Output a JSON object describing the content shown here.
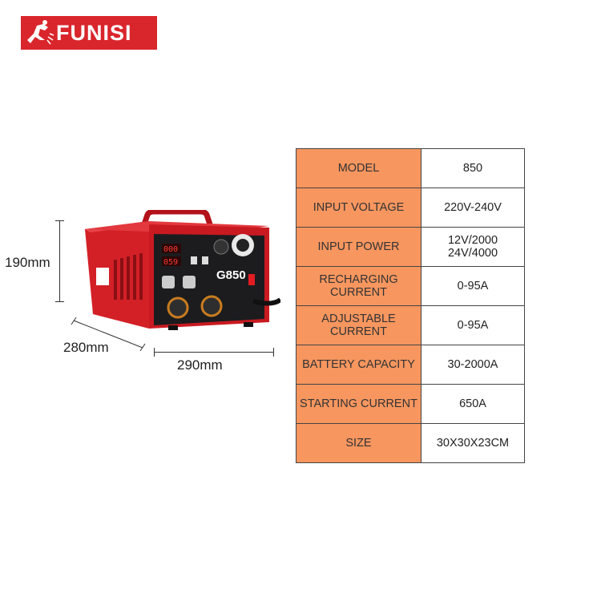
{
  "brand": {
    "name": "FUNISI",
    "color": "#d9262c"
  },
  "product": {
    "model_label": "G850",
    "dimensions": {
      "height": "190mm",
      "depth": "280mm",
      "width": "290mm"
    }
  },
  "spec_table": {
    "label_color": "#f7965f",
    "rows": [
      {
        "label": "MODEL",
        "value": "850"
      },
      {
        "label": "INPUT VOLTAGE",
        "value": "220V-240V"
      },
      {
        "label": "INPUT POWER",
        "value": "12V/2000\n24V/4000"
      },
      {
        "label": "RECHARGING\nCURRENT",
        "value": "0-95A"
      },
      {
        "label": "ADJUSTABLE\nCURRENT",
        "value": "0-95A"
      },
      {
        "label": "BATTERY CAPACITY",
        "value": "30-2000A"
      },
      {
        "label": "STARTING CURRENT",
        "value": "650A"
      },
      {
        "label": "SIZE",
        "value": "30X30X23CM"
      }
    ]
  }
}
